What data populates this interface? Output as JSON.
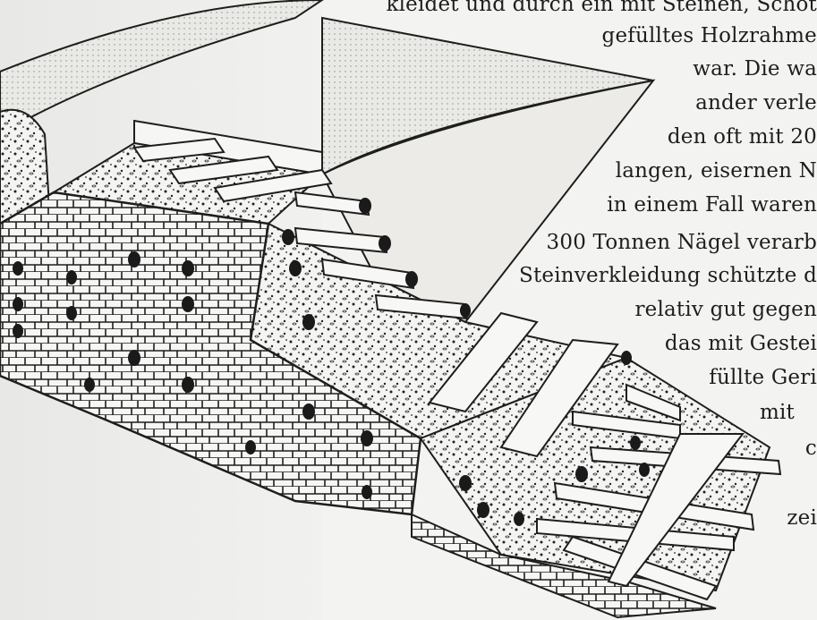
{
  "figure": {
    "description_lines": [
      "kleidet und durch ein mit Steinen, Schot",
      "gefülltes  Holzrahme",
      "war. Die wa",
      "ander verle",
      "den oft mit 20",
      "langen, eisernen N",
      "in  einem  Fall  waren",
      "300 Tonnen Nägel verarb",
      "Steinverkleidung schützte d",
      "relativ  gut  gegen",
      "das mit Gestei",
      "füllte Geri",
      "mit",
      "c",
      "zei"
    ]
  },
  "colors": {
    "ink": "#1e1e1e",
    "paper": "#f3f3f1",
    "fill_light": "#ecebe8"
  }
}
